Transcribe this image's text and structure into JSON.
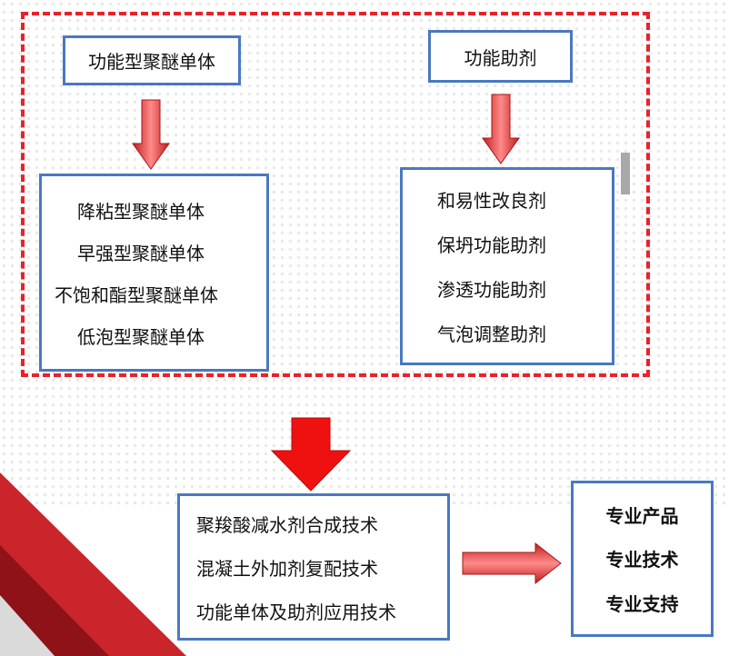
{
  "left_group": {
    "title": "功能型聚醚单体",
    "items": [
      "降粘型聚醚单体",
      "早强型聚醚单体",
      "不饱和酯型聚醚单体",
      "低泡型聚醚单体"
    ]
  },
  "right_group": {
    "title": "功能助剂",
    "items": [
      "和易性改良剂",
      "保坍功能助剂",
      "渗透功能助剂",
      "气泡调整助剂"
    ]
  },
  "technologies": [
    "聚羧酸减水剂合成技术",
    "混凝土外加剂复配技术",
    "功能单体及助剂应用技术"
  ],
  "outcomes": [
    "专业产品",
    "专业技术",
    "专业支持"
  ],
  "colors": {
    "box_border": "#4a78c2",
    "dashed_frame": "#e8222a",
    "arrow_red": "#ef1010",
    "arrow_gradient_light": "#ff8a8a",
    "arrow_gradient_dark": "#c21d1d"
  }
}
